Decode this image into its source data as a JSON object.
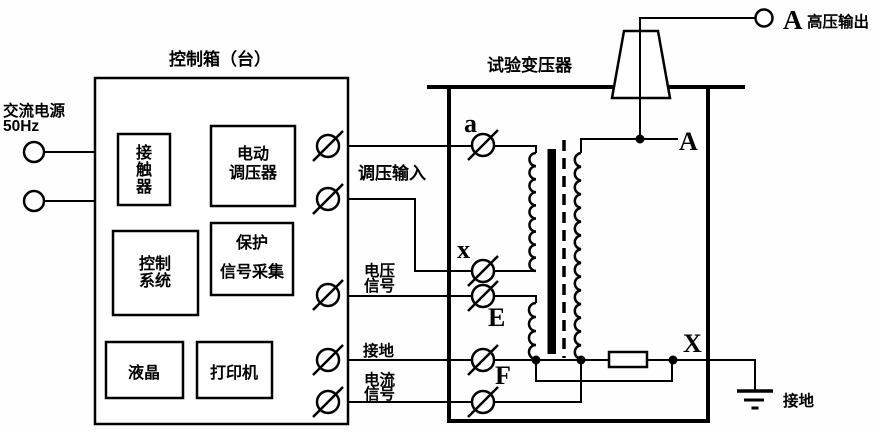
{
  "ac_source": {
    "line1": "交流电源",
    "line2": "50Hz"
  },
  "control_box": {
    "title": "控制箱（台）",
    "contactor": {
      "char1": "接",
      "char2": "触",
      "char3": "器"
    },
    "regulator": {
      "line1": "电动",
      "line2": "调压器"
    },
    "control_system": {
      "line1": "控制",
      "line2": "系统"
    },
    "protection": {
      "line1": "保护",
      "line2": "信号采集"
    },
    "lcd": "液晶",
    "printer": "打印机"
  },
  "wire_labels": {
    "regulation_input": "调压输入",
    "voltage_signal_line1": "电压",
    "voltage_signal_line2": "信号",
    "ground_wire": "接地",
    "current_signal_line1": "电流",
    "current_signal_line2": "信号"
  },
  "transformer": {
    "title": "试验变压器",
    "terminal_a": "a",
    "terminal_x": "x",
    "terminal_E": "E",
    "terminal_F": "F",
    "terminal_A_internal": "A",
    "terminal_X_hv": "X"
  },
  "hv_output": {
    "terminal": "A",
    "label": "高压输出"
  },
  "ground": {
    "label": "接地"
  },
  "colors": {
    "line": "#000000",
    "background": "#fefefe"
  }
}
